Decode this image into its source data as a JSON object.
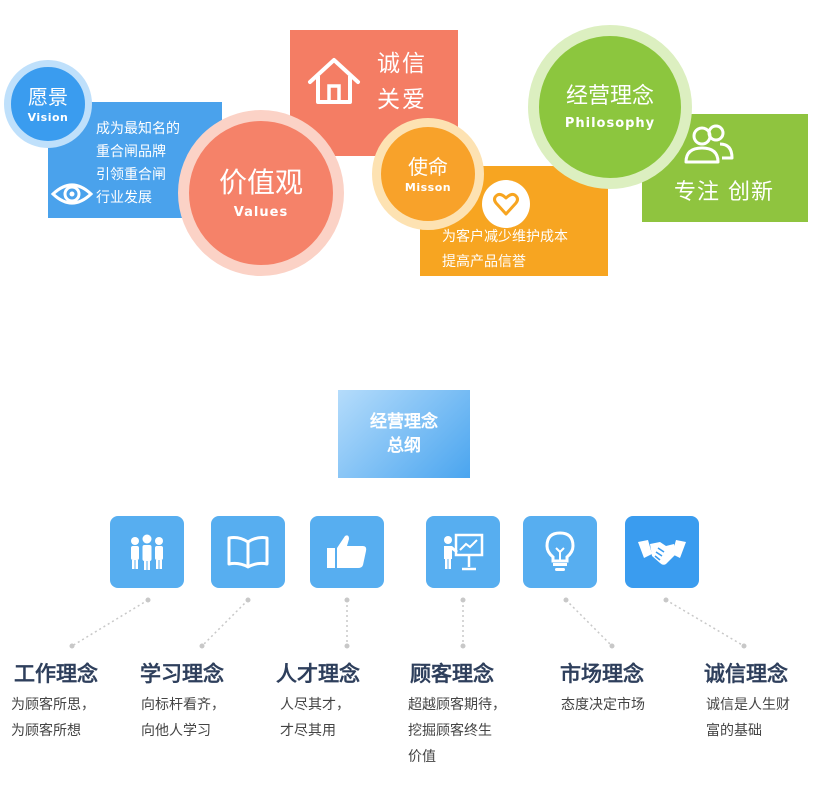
{
  "top": {
    "vision": {
      "title": "愿景",
      "subtitle": "Vision",
      "text": "成为最知名的\n重合闸品牌\n引领重合闸\n行业发展",
      "color": "#4aa2ec",
      "icon": "eye-icon"
    },
    "values": {
      "title": "价值观",
      "subtitle": "Values",
      "color": "#f58269",
      "box_text": "诚信\n关爱",
      "icon": "house-icon"
    },
    "mission": {
      "title": "使命",
      "subtitle": "Misson",
      "text": "为客户减少维护成本\n提高产品信誉",
      "color": "#f7a521",
      "icon": "heart-icon"
    },
    "philosophy": {
      "title": "经营理念",
      "subtitle": "Philosophy",
      "text": "专注 创新",
      "color": "#8fc43f",
      "icon": "users-icon"
    }
  },
  "summary": {
    "line1": "经营理念",
    "line2": "总纲"
  },
  "principles": [
    {
      "title": "工作理念",
      "desc": "为顾客所思，\n为顾客所想",
      "icon": "team-icon"
    },
    {
      "title": "学习理念",
      "desc": "向标杆看齐，\n向他人学习",
      "icon": "book-icon"
    },
    {
      "title": "人才理念",
      "desc": "人尽其才，\n才尽其用",
      "icon": "thumbs-up-icon"
    },
    {
      "title": "顾客理念",
      "desc": "超越顾客期待，\n挖掘顾客终生\n价值",
      "icon": "presentation-icon"
    },
    {
      "title": "市场理念",
      "desc": "态度决定市场",
      "icon": "lightbulb-icon"
    },
    {
      "title": "诚信理念",
      "desc": "诚信是人生财\n富的基础",
      "icon": "handshake-icon"
    }
  ],
  "colors": {
    "principle_icon_bg": "#57aef0",
    "principle_icon_bg_last": "#3a9cef",
    "title_text": "#2e3f5c",
    "connector": "#c8c8c8"
  }
}
